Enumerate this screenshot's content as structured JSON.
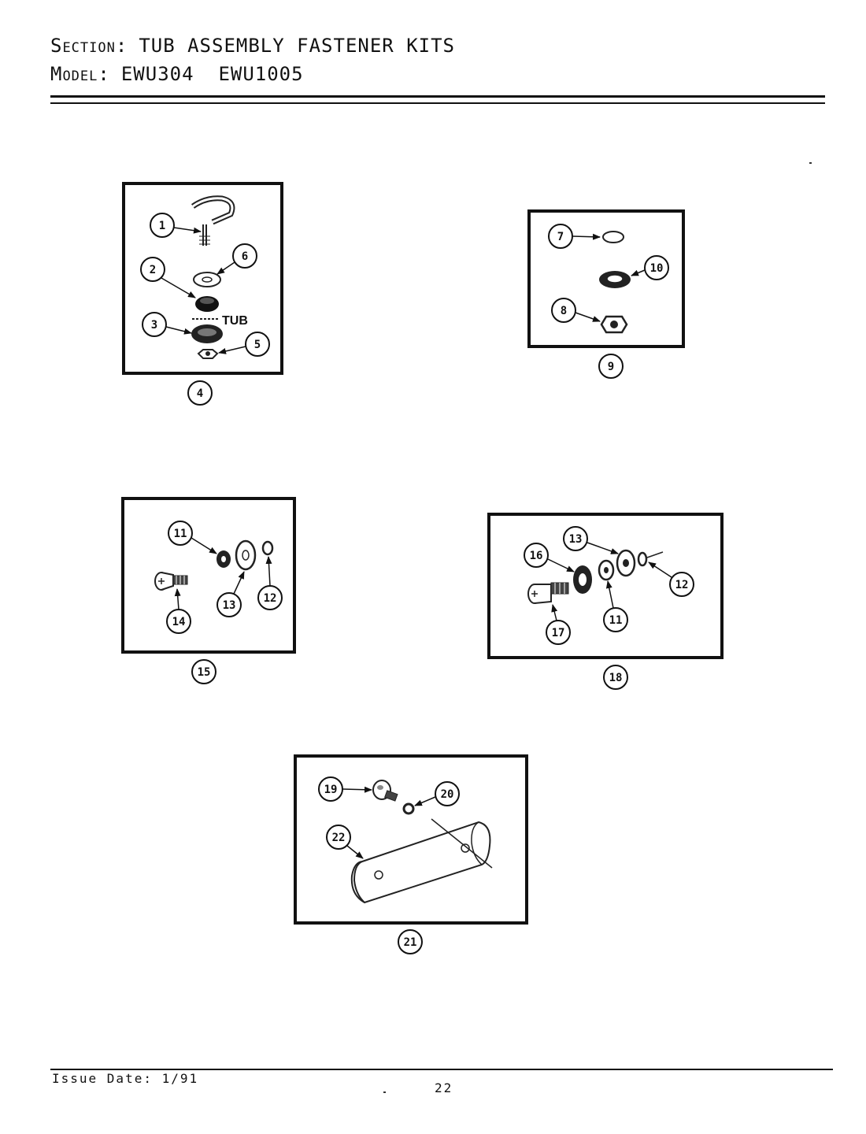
{
  "header": {
    "section_label": "Section:",
    "section_title": "TUB ASSEMBLY FASTENER KITS",
    "model_label": "Model:",
    "models": "EWU304  EWU1005"
  },
  "footer": {
    "issue_date": "Issue Date: 1/91",
    "page_number": "22"
  },
  "kits": [
    {
      "kit_number": "4",
      "tub_label": "TUB",
      "callouts": [
        "1",
        "2",
        "6",
        "3",
        "5"
      ]
    },
    {
      "kit_number": "9",
      "callouts": [
        "7",
        "10",
        "8"
      ]
    },
    {
      "kit_number": "15",
      "callouts": [
        "11",
        "14",
        "13",
        "12"
      ]
    },
    {
      "kit_number": "18",
      "callouts": [
        "13",
        "16",
        "12",
        "17",
        "11"
      ]
    },
    {
      "kit_number": "21",
      "callouts": [
        "19",
        "20",
        "22"
      ]
    }
  ]
}
